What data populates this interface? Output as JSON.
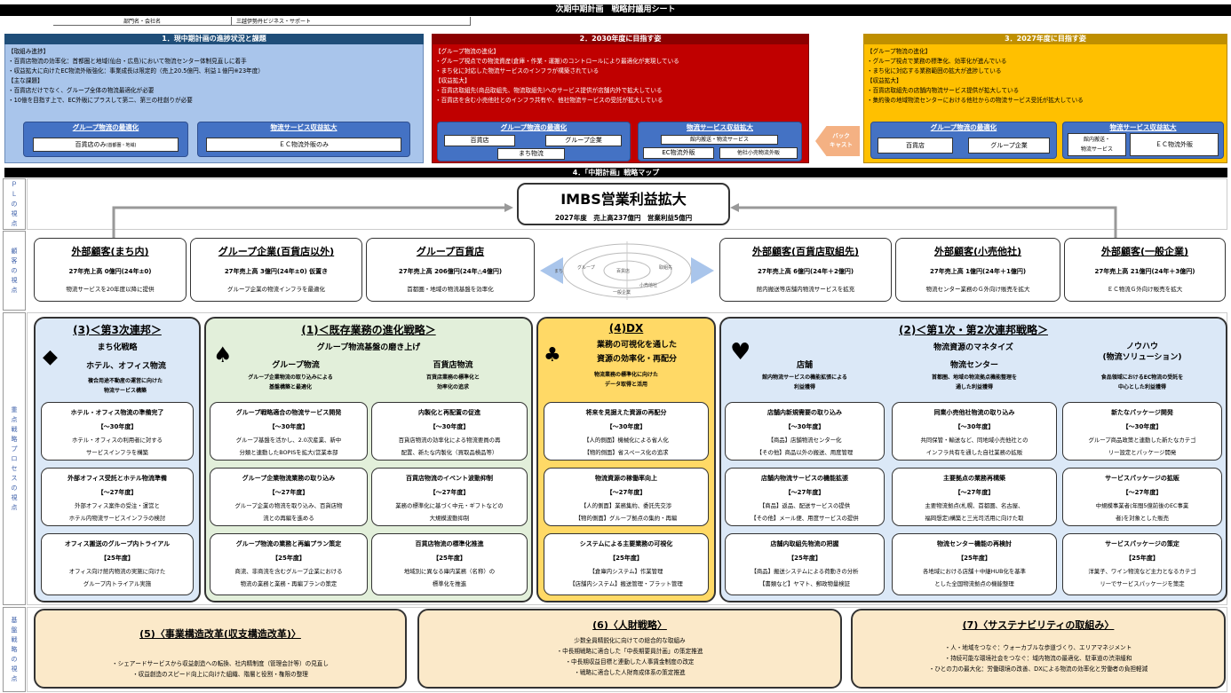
{
  "title": "次期中期計画　戦略討議用シート",
  "dept": {
    "label": "部門名・会社名",
    "value": "三越伊勢丹ビジネス・サポート"
  },
  "sec1": {
    "header": "1．現中期計画の進捗状況と課題",
    "lines": [
      "【取組み進捗】",
      "・百貨店物流の効率化：首都圏と地域(仙台・広島)において物流センター体制見直しに着手",
      "・収益拡大に向けたEC物流外販強化：事業成長は限定的（売上20.5億円、利益１億円※23年度）",
      "【主な課題】",
      "・百貨店だけでなく、グループ全体の物流最適化が必要",
      "・10億を目指す上で、EC外販にプラスして第二、第三の柱創りが必要"
    ],
    "box_left": {
      "title": "グループ物流の最適化",
      "item": "百貨店のみ",
      "item_small": "(首都圏・地域)"
    },
    "box_right": {
      "title": "物流サービス収益拡大",
      "item": "ＥＣ物流外販のみ"
    }
  },
  "sec2": {
    "header": "2．2030年度に目指す姿",
    "lines": [
      "【グループ物流の進化】",
      "・グループ視点での物流資産(倉庫・作業・運搬)のコントロールにより最適化が実現している",
      "・まち化に対応した物流サービスのインフラが構築されている",
      "【収益拡大】",
      "・百貨店取組先(商品取組先、物流取組先)へのサービス提供が店舗内外で拡大している",
      "・百貨店を含む小売他社とのインフラ共有や、他社物流サービスの受託が拡大している"
    ],
    "box_left": {
      "title": "グループ物流の最適化",
      "items": [
        "百貨店",
        "グループ企業",
        "まち物流"
      ]
    },
    "box_right": {
      "title": "物流サービス収益拡大",
      "items": [
        "館内搬送・物流サービス",
        "EC物流外販",
        "他社小売物流外販"
      ]
    }
  },
  "backcast": "バック\nキャスト",
  "sec3": {
    "header": "3．2027年度に目指す姿",
    "lines": [
      "【グループ物流の進化】",
      "・グループ視点で業務の標準化、効率化が進んでいる",
      "・まち化に対応する業務範囲の拡大が進捗している",
      "【収益拡大】",
      "・百貨店取組先の店舗内物流サービス提供が拡大している",
      "・集約後の地域物流センターにおける他社からの物流サービス受託が拡大している"
    ],
    "box_left": {
      "title": "グループ物流の最適化",
      "items": [
        "百貨店",
        "グループ企業"
      ]
    },
    "box_right": {
      "title": "物流サービス収益拡大",
      "items": [
        "館内搬送・\n物流サービス",
        "ＥＣ物流外販"
      ]
    }
  },
  "sec4": {
    "header": "4．「中期計画」戦略マップ"
  },
  "side": {
    "pl": "ＰＬの視点",
    "cust": "顧客の視点",
    "proc": "重点戦略プロセスの視点",
    "base": "基盤戦略の視点"
  },
  "goal": {
    "title": "IMBS営業利益拡大",
    "sub": "2027年度　売上高237億円　営業利益5億円"
  },
  "customers": [
    {
      "t": "外部顧客(まち内)",
      "s": "27年売上高 0億円(24年±0)",
      "d": "物流サービスを20年度以降に提供"
    },
    {
      "t": "グループ企業(百貨店以外)",
      "s": "27年売上高 3億円(24年±0) 仮置き",
      "d": "グループ企業の物流インフラを最適化"
    },
    {
      "t": "グループ百貨店",
      "s": "27年売上高 206億円(24年△4億円)",
      "d": "首都圏・地域の物流基盤を効率化"
    },
    {
      "t": "外部顧客(百貨店取組先)",
      "s": "27年売上高 6億円(24年＋2億円)",
      "d": "館内搬送等店舗内物流サービスを拡充"
    },
    {
      "t": "外部顧客(小売他社)",
      "s": "27年売上高 1億円(24年＋1億円)",
      "d": "物流センター業務のＧ外向け販売を拡大"
    },
    {
      "t": "外部顧客(一般企業)",
      "s": "27年売上高 21億円(24年＋3億円)",
      "d": "ＥＣ物流Ｇ外向け販売を拡大"
    }
  ],
  "diagram": {
    "labels": [
      "まち",
      "グループ",
      "百貨店",
      "取組先",
      "小売他社",
      "一般企業"
    ]
  },
  "s3": {
    "h": "(3)＜第3次連邦＞",
    "sub": "まち化戦略",
    "sub2": "ホテル、オフィス物流",
    "desc": "複合用途不動産の運営に向けた\n物流サービス構築",
    "suit": "◆",
    "cards": [
      {
        "t": "ホテル・オフィス物流の準備完了",
        "p": "【～30年度】",
        "l": [
          "ホテル・オフィスの利用者に対する",
          "サービスインフラを構築"
        ]
      },
      {
        "t": "外部オフィス受託とホテル物流準備",
        "p": "【～27年度】",
        "l": [
          "外部オフィス案件の受注・運営と",
          "ホテル内物流サービスインフラの検討"
        ]
      },
      {
        "t": "オフィス搬送のグループ内トライアル",
        "p": "【25年度】",
        "l": [
          "オフィス向け館内物流の実施に向けた",
          "グループ内トライアル実施"
        ]
      }
    ]
  },
  "s1": {
    "h": "(1)＜既存業務の進化戦略＞",
    "sub": "グループ物流基盤の磨き上げ",
    "suit": "♠",
    "colA": {
      "t": "グループ物流",
      "d": "グループ企業物流の取り込みによる\n基盤構築と最適化"
    },
    "colB": {
      "t": "百貨店物流",
      "d": "百貨店業務の標準化と\n効率化の追求"
    },
    "cardsA": [
      {
        "t": "グループ戦略適合の物流サービス開発",
        "p": "【～30年度】",
        "l": [
          "グループ基盤を活かし、2.0次産業、新中",
          "分類と連動したBOPISを拡大(営業本部"
        ]
      },
      {
        "t": "グループ企業物流業務の取り込み",
        "p": "【～27年度】",
        "l": [
          "グループ企業の物流を取り込み、百貨店物",
          "流との再編を進める"
        ]
      },
      {
        "t": "グループ物流の業務と再編プラン策定",
        "p": "【25年度】",
        "l": [
          "商流、非商流を含むグループ企業における",
          "物流の業務と業務・再編プランの策定"
        ]
      }
    ],
    "cardsB": [
      {
        "t": "内製化と再配置の促進",
        "p": "【～30年度】",
        "l": [
          "百貨店物流の効率化による物流要員の再",
          "配置、新たな内製化（買取品検品等）"
        ]
      },
      {
        "t": "百貨店物流のイベント波動抑制",
        "p": "【～27年度】",
        "l": [
          "業務の標準化に基づく中元・ギフトなどの",
          "大規模波動抑制"
        ]
      },
      {
        "t": "百貨店物流の標準化推進",
        "p": "【25年度】",
        "l": [
          "地域別に異なる庫内業務（名称）の",
          "標準化を推進"
        ]
      }
    ]
  },
  "s4": {
    "h": "(4)DX",
    "sub": "業務の可視化を通した\n資源の効率化・再配分",
    "desc": "物流業務の標準化に向けた\nデータ取得と活用",
    "suit": "♣",
    "cards": [
      {
        "t": "将来を見据えた資源の再配分",
        "p": "【～30年度】",
        "l": [
          "【人的側面】機械化による省人化",
          "【物的側面】省スペース化の追求"
        ]
      },
      {
        "t": "物流資源の稼働率向上",
        "p": "【～27年度】",
        "l": [
          "【人的側面】業務集約、委託先交渉",
          "【物的側面】グループ拠点の集約・再編"
        ]
      },
      {
        "t": "システムによる主要業務の可視化",
        "p": "【25年度】",
        "l": [
          "【倉庫内システム】作業管理",
          "【店舗内システム】搬送管理・プラット管理"
        ]
      }
    ]
  },
  "s2": {
    "h": "(2)＜第1次・第2次連邦戦略＞",
    "sub": "物流資源のマネタイズ",
    "suit": "♥",
    "cols": [
      {
        "t": "店舗",
        "d": "館内物流サービスの機能拡張による\n利益獲得"
      },
      {
        "t": "物流センター",
        "d": "首都圏、地域の物流拠点機能整理を\n通した利益獲得"
      },
      {
        "t": "ノウハウ\n(物流ソリューション)",
        "d": "食品領域におけるEC物流の受託を\n中心とした利益獲得"
      }
    ],
    "cards": [
      [
        {
          "t": "店舗内新規需要の取り込み",
          "p": "【～30年度】",
          "l": [
            "【商品】店舗物流センター化",
            "【その他】商品以外の搬送、用度管理"
          ]
        },
        {
          "t": "店舗内物流サービスの機能拡張",
          "p": "【～27年度】",
          "l": [
            "【商品】返品、配送サービスの提供",
            "【その他】メール便、用度サービスの提供"
          ]
        },
        {
          "t": "店舗内取組先物流の把握",
          "p": "【25年度】",
          "l": [
            "【商品】搬送システムによる荷動きの分析",
            "【書類など】ヤマト、郵政物量検証"
          ]
        }
      ],
      [
        {
          "t": "同業小売他社物流の取り込み",
          "p": "【～30年度】",
          "l": [
            "共同保管・輸送など、同地域小売他社との",
            "インフラ共有を通した自社業務の拡販"
          ]
        },
        {
          "t": "主要拠点の業務再構築",
          "p": "【～27年度】",
          "l": [
            "主要物流拠点(札幌、首都圏、名古屋、",
            "福岡想定)構築と三光司活用に向けた取"
          ]
        },
        {
          "t": "物流センター機能の再検討",
          "p": "【25年度】",
          "l": [
            "各地域における店舗＋中継HUB化を基準",
            "とした全国物流拠点の機能整理"
          ]
        }
      ],
      [
        {
          "t": "新たなパッケージ開発",
          "p": "【～30年度】",
          "l": [
            "グループ商品政策と連動した新たなカテゴ",
            "リー設定とパッケージ開発"
          ]
        },
        {
          "t": "サービスパッケージの拡販",
          "p": "【～27年度】",
          "l": [
            "中規模事業者(年間5億前後のEC事業",
            "者)を対象とした販売"
          ]
        },
        {
          "t": "サービスパッケージの策定",
          "p": "【25年度】",
          "l": [
            "洋菓子、ワイン物流など主力となるカテゴ",
            "リーでサービスパッケージを策定"
          ]
        }
      ]
    ]
  },
  "b5": {
    "h": "(5)〈事業構造改革(収支構造改革)〉",
    "l": [
      "・シェアードサービスから収益創造への転換、社内精制度（管理会計等）の見直し",
      "・収益創造のスピード向上に向けた組織、階層と役割・権限の整理"
    ]
  },
  "b6": {
    "h": "(6)〈人財戦略〉",
    "l": [
      "少数全員精鋭化に向けての総合的な取組み",
      "・中長期戦略に適合した「中長期要員計画」の策定推進",
      "・中長期収益目標と連動した人事賃金制度の改定",
      "・戦略に適合した人財育成体系の策定推進"
    ]
  },
  "b7": {
    "h": "(7)〈サステナビリティの取組み〉",
    "l": [
      "・人・地域をつなぐ：ウォーカブルな歩道づくり、エリアマネジメント",
      "・持続可能な環境社会をつなぐ：域内物流の最適化、駐車道の渋滞緩和",
      "・ひとの力の最大化：労働環境の改善、DXによる物流の効率化と労働者の負担軽減"
    ]
  },
  "colors": {
    "sec1": "#a9c5eb",
    "sec2": "#c00000",
    "sec3": "#ffc000",
    "blue": "#4472c4",
    "s3bg": "#dbe8f7",
    "s1bg": "#e2efda",
    "s4bg": "#ffd966",
    "s2bg": "#dbe8f7",
    "foot": "#fbe9c9"
  }
}
